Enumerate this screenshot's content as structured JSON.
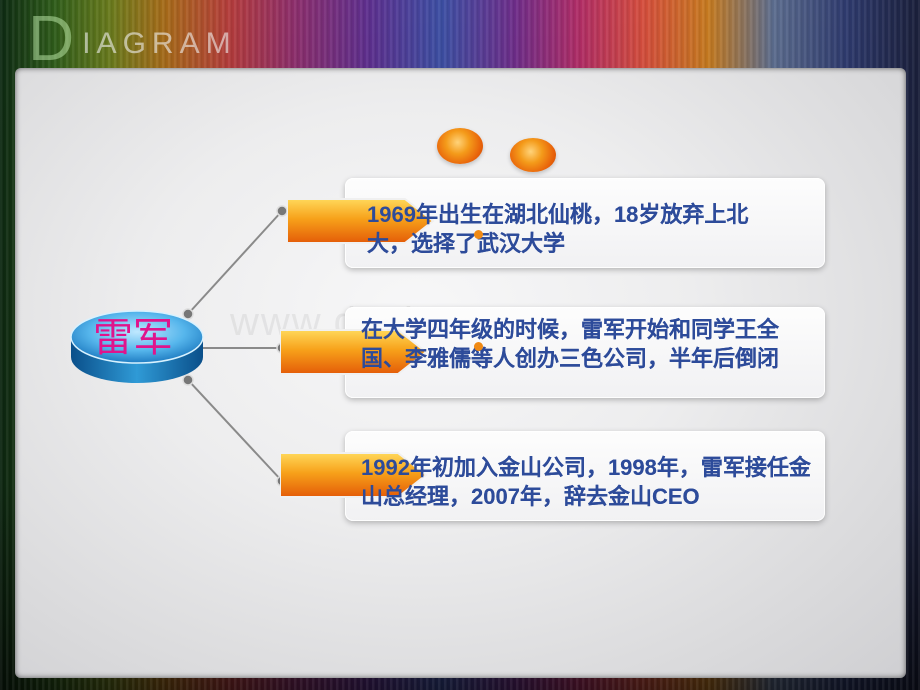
{
  "header": {
    "title_initial": "D",
    "title_rest": "IAGRAM"
  },
  "center": {
    "label": "雷军"
  },
  "watermark": "www.docin.com",
  "items": [
    {
      "text": "1969年出生在湖北仙桃，18岁放弃上北大，选择了武汉大学"
    },
    {
      "text": "在大学四年级的时候，雷军开始和同学王全国、李雅儒等人创办三色公司，半年后倒闭"
    },
    {
      "text": "1992年初加入金山公司，1998年，雷军接任金山总经理，2007年，辞去金山CEO"
    }
  ],
  "colors": {
    "accent": "#f39c12",
    "text": "#2d4b9a",
    "center_label": "#e0148c"
  }
}
